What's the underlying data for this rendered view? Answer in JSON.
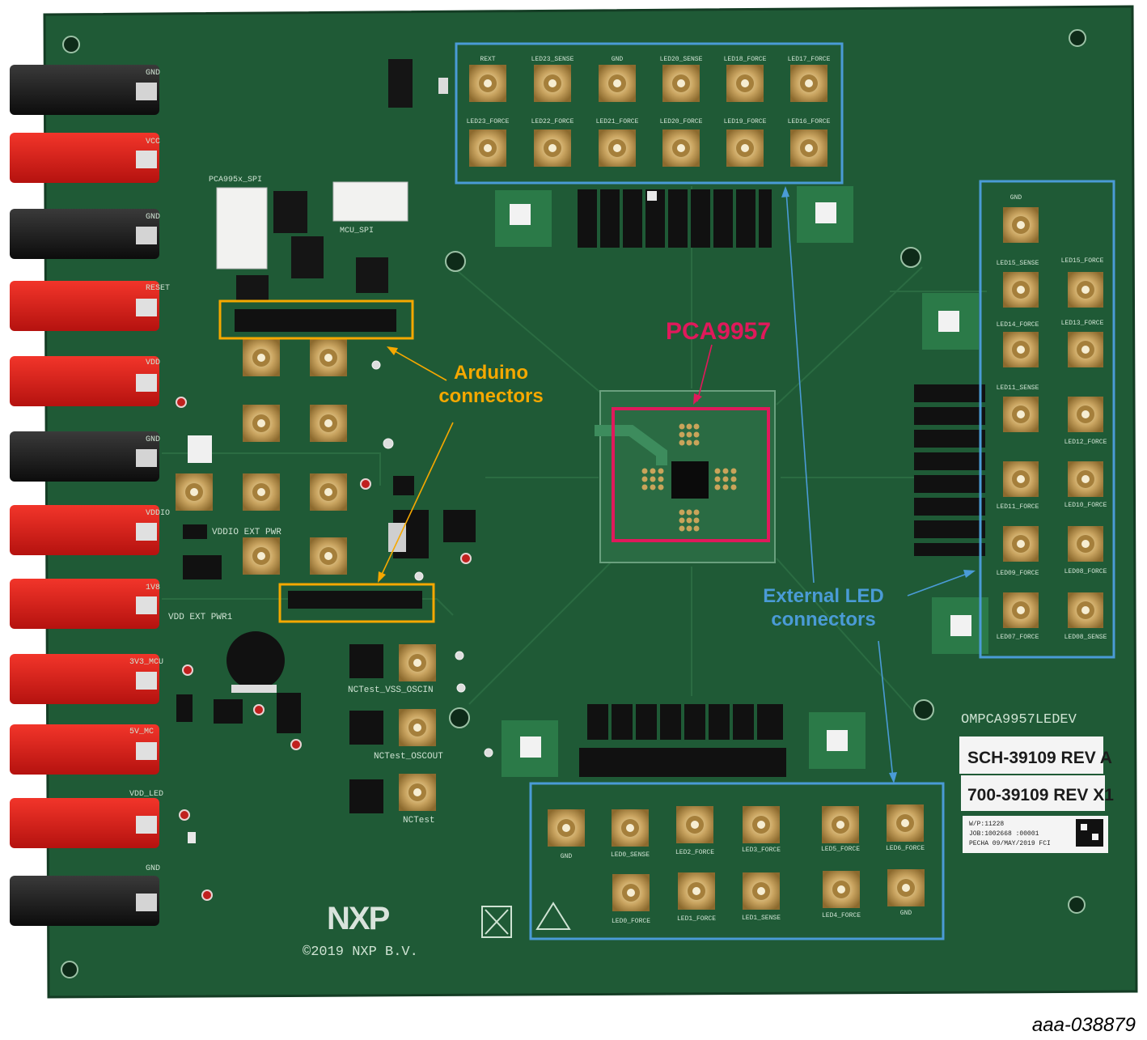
{
  "annotations": {
    "pca9957": "PCA9957",
    "arduino": "Arduino\nconnectors",
    "external_led": "External LED\nconnectors"
  },
  "board_text": {
    "model": "OMPCA9957LEDEV",
    "sch_label": "SCH-39109 REV A",
    "pcb_label": "700-39109 REV X1",
    "copyright": "©2019 NXP B.V.",
    "logo": "NXP",
    "spi_label": "PCA995x_SPI",
    "mcu_spi_label": "MCU_SPI",
    "vddio_ext": "VDDIO EXT PWR",
    "vdd_ext": "VDD EXT PWR1",
    "vss_osc": "NCTest_VSS_OSCIN",
    "oscout": "NCTest_OSCOUT",
    "nctest": "NCTest",
    "small_label_1": "W/P:11228",
    "small_label_2": "JOB:1002668 :00001",
    "small_label_3": "PECHA 09/MAY/2019 FCI"
  },
  "power_terminals": [
    "GND",
    "VCC",
    "GND",
    "RESET",
    "VDD",
    "GND",
    "VDDIO",
    "1V8",
    "3V3_MCU",
    "5V_MC",
    "VDD_LED",
    "GND"
  ],
  "top_connectors": {
    "row1": [
      "REXT",
      "LED23_SENSE",
      "GND",
      "LED20_SENSE",
      "LED18_FORCE",
      "LED17_FORCE"
    ],
    "row2": [
      "LED23_FORCE",
      "LED22_FORCE",
      "LED21_FORCE",
      "LED20_FORCE",
      "LED19_FORCE",
      "LED16_FORCE"
    ]
  },
  "right_connectors": {
    "left_col": [
      "GND",
      "LED15_SENSE",
      "LED14_FORCE",
      "LED11_SENSE",
      "LED11_FORCE",
      "LED09_FORCE",
      "LED07_FORCE"
    ],
    "right_col": [
      "",
      "LED15_FORCE",
      "LED13_FORCE",
      "LED12_FORCE",
      "LED10_FORCE",
      "LED08_FORCE",
      "LED08_SENSE"
    ]
  },
  "bottom_connectors": {
    "row1": [
      "GND",
      "LED0_SENSE",
      "LED2_FORCE",
      "LED3_FORCE",
      "LED5_FORCE",
      "LED6_FORCE"
    ],
    "row2": [
      "LED0_FORCE",
      "LED1_FORCE",
      "LED1_SENSE",
      "LED4_FORCE",
      "GND"
    ]
  },
  "figure_id": "aaa-038879",
  "colors": {
    "pcb": "#1f5a36",
    "pcb_dark": "#174a2c",
    "pca_box": "#e0195b",
    "arduino_box": "#f5a800",
    "led_box": "#4a9bd6"
  }
}
